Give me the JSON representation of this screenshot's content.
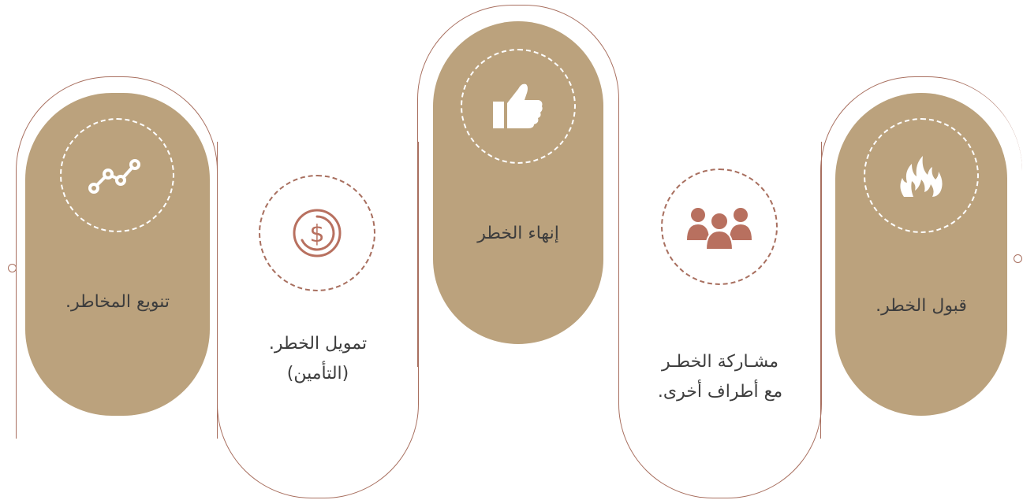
{
  "colors": {
    "pill": "#bba27d",
    "outline": "#a86f5f",
    "icon_light": "#ffffff",
    "icon_brown": "#b8705f",
    "text": "#3d3d3d"
  },
  "items": [
    {
      "label": "قبول الخطر.",
      "icon": "fire-icon"
    },
    {
      "label_lines": [
        "مشـاركة الخطـر",
        "مع أطراف أخرى."
      ],
      "icon": "people-group-icon"
    },
    {
      "label": "إنهاء الخطر",
      "icon": "thumbs-up-icon"
    },
    {
      "label_lines": [
        "تمويل الخطر.",
        "(التأمين)"
      ],
      "icon": "dollar-coin-icon"
    },
    {
      "label": "تنويع المخاطر.",
      "icon": "line-chart-icon"
    }
  ]
}
